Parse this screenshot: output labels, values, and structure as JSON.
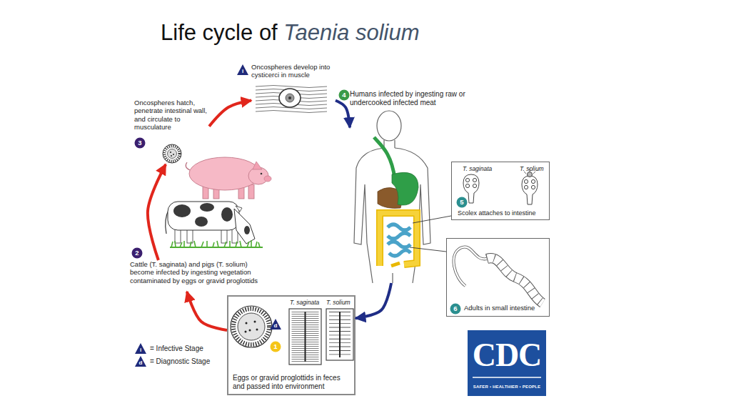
{
  "diagram": {
    "title": "Life cycle of Taenia solium",
    "nodes": [
      {
        "text": [
          "Oncospheres develop into cysticerci in muscle"
        ]
      },
      {
        "text": [
          "Humans infected by ingesting raw or undercooked infected meat"
        ]
      },
      {
        "text": [
          "T. saginata",
          "T. solium",
          "Scolex attaches to intestine"
        ]
      },
      {
        "text": [
          "Adults in small intestine"
        ]
      },
      {
        "text": [
          "T. saginata",
          "T. solium",
          "Eggs or gravid proglottids in feces and passed into environment"
        ]
      },
      {
        "text": [
          "Cattle (T. saginata) and pigs (T. solium) become infected by ingesting vegetation contaminated by eggs or gravid proglottids"
        ]
      },
      {
        "text": [
          "Oncospheres hatch, penetrate intestinal wall, and circulate to musculature"
        ]
      }
    ],
    "edges": [
      {
        "from": 0,
        "to": 1,
        "arrow": "to"
      },
      {
        "from": 1,
        "to": 4,
        "arrow": "to"
      },
      {
        "from": 4,
        "to": 5,
        "arrow": "to"
      },
      {
        "from": 5,
        "to": 6,
        "arrow": "to"
      },
      {
        "from": 6,
        "to": 0,
        "arrow": "to"
      }
    ],
    "labels": [
      "i",
      "4",
      "5",
      "6",
      "d",
      "1",
      "2",
      "3",
      "i",
      "d",
      "CDC",
      "SAFER • HEALTHIER • PEOPLE"
    ],
    "legend": [
      {
        "text": "= Infective Stage"
      },
      {
        "text": "= Diagnostic Stage"
      }
    ]
  }
}
